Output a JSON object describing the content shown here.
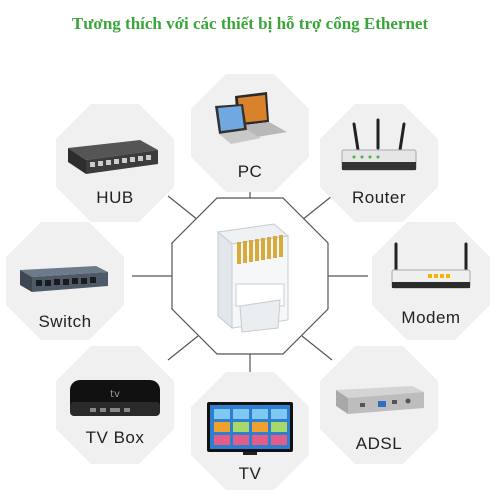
{
  "title": "Tương thích với các thiết bị hỗ trợ cổng Ethernet",
  "devices": {
    "pc": {
      "label": "PC",
      "icon": "laptop-icon"
    },
    "hub": {
      "label": "HUB",
      "icon": "network-hub-icon"
    },
    "router": {
      "label": "Router",
      "icon": "router-icon"
    },
    "switch": {
      "label": "Switch",
      "icon": "network-switch-icon"
    },
    "modem": {
      "label": "Modem",
      "icon": "modem-icon"
    },
    "tvbox": {
      "label": "TV Box",
      "icon": "tv-box-icon"
    },
    "adsl": {
      "label": "ADSL",
      "icon": "adsl-modem-icon"
    },
    "tv": {
      "label": "TV",
      "icon": "television-icon"
    }
  },
  "center": {
    "icon": "rj45-connector-icon"
  },
  "colors": {
    "title": "#3aa63a",
    "tile": "#f0f0f0",
    "line": "#555555"
  }
}
